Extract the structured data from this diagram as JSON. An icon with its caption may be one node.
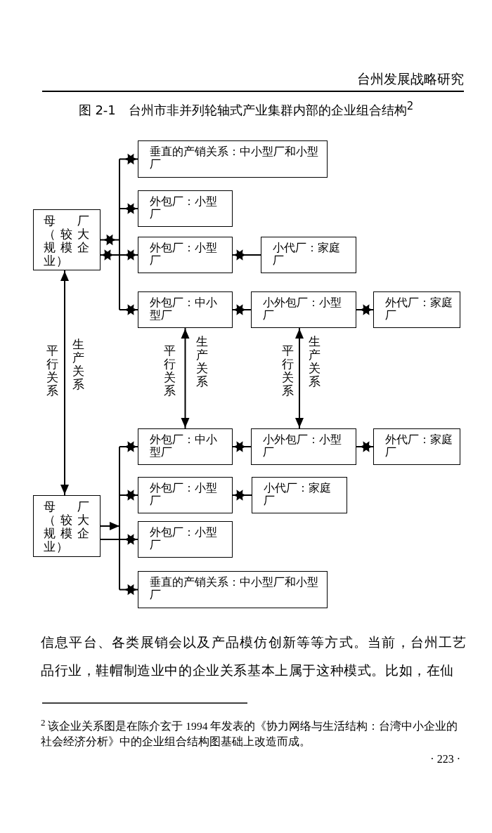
{
  "diagram": {
    "title": "图 2-1　台州市非并列轮轴式产业集群内部的企业组合结构$^{2}$",
    "nodes": [
      {
        "text": [
          "母厂（较大规模企业）"
        ]
      },
      {
        "text": [
          "垂直的产销关系：中小型厂和小型厂"
        ]
      },
      {
        "text": [
          "外包厂：小型厂"
        ]
      },
      {
        "text": [
          "外包厂：小型厂"
        ]
      },
      {
        "text": [
          "小代厂：家庭厂"
        ]
      },
      {
        "text": [
          "外包厂：中小型厂"
        ]
      },
      {
        "text": [
          "小外包厂：小型厂"
        ]
      },
      {
        "text": [
          "外代厂：家庭厂"
        ]
      },
      {
        "text": [
          "外包厂：中小型厂"
        ]
      },
      {
        "text": [
          "小外包厂：小型厂"
        ]
      },
      {
        "text": [
          "外代厂：家庭厂"
        ]
      },
      {
        "text": [
          "外包厂：小型厂"
        ]
      },
      {
        "text": [
          "小代厂：家庭厂"
        ]
      },
      {
        "text": [
          "母厂（较大规模企业）"
        ]
      },
      {
        "text": [
          "外包厂：小型厂"
        ]
      },
      {
        "text": [
          "垂直的产销关系：中小型厂和小型厂"
        ]
      }
    ],
    "edges": [
      {
        "from": 0,
        "to": 1,
        "arrow": "both"
      },
      {
        "from": 0,
        "to": 2,
        "arrow": "both"
      },
      {
        "from": 0,
        "to": 3,
        "arrow": "both"
      },
      {
        "from": 0,
        "to": 5,
        "arrow": "both"
      },
      {
        "from": 4,
        "to": 3,
        "arrow": "to"
      },
      {
        "from": 6,
        "to": 5,
        "arrow": "to"
      },
      {
        "from": 6,
        "to": 7,
        "arrow": "to"
      },
      {
        "from": 0,
        "to": 13,
        "arrow": "both",
        "label": "生产关系"
      },
      {
        "from": 5,
        "to": 8,
        "arrow": "both",
        "label": "生产关系"
      },
      {
        "from": 6,
        "to": 9,
        "arrow": "both",
        "label": "生产关系"
      },
      {
        "from": 13,
        "to": 8,
        "arrow": "to"
      },
      {
        "from": 13,
        "to": 11,
        "arrow": "to"
      },
      {
        "from": 13,
        "to": 14,
        "arrow": "to"
      },
      {
        "from": 13,
        "to": 15,
        "arrow": "to"
      },
      {
        "from": 12,
        "to": 11,
        "arrow": "to"
      },
      {
        "from": 9,
        "to": 8,
        "arrow": "to"
      },
      {
        "from": 9,
        "to": 10,
        "arrow": "to"
      }
    ],
    "labels": [
      "台州发展战略研究",
      "平行关系",
      "平行关系",
      "平行关系",
      "信息平台、各类展销会以及产品模仿创新等等方式。当前，台州工艺品行业，鞋帽制造业中的企业关系基本上属于这种模式。比如，在仙",
      "$^{2}$ 该企业关系图是在陈介玄于 1994 年发表的《协力网络与生活结构：台湾中小企业的社会经济分析》中的企业组合结构图基础上改造而成。",
      "· 223 ·"
    ]
  }
}
